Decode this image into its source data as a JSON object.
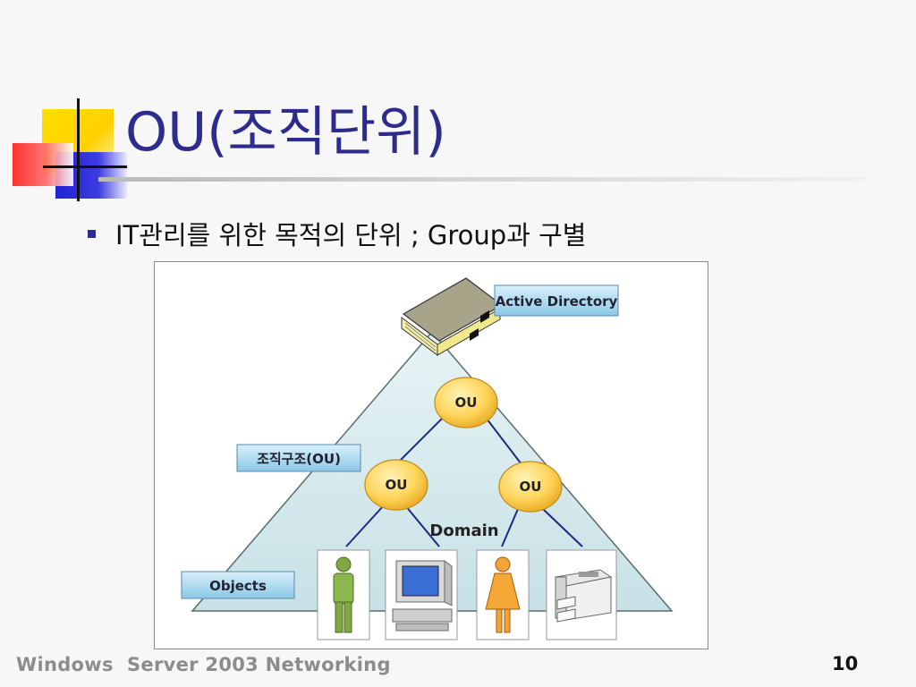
{
  "slide": {
    "title": "OU(조직단위)",
    "bullet": "IT관리를 위한 목적의 단위 ; Group과 구별",
    "footer_left": "Windows  Server 2003 Networking",
    "page_number": "10"
  },
  "diagram": {
    "active_directory_label": "Active Directory",
    "org_structure_label": "조직구조(OU)",
    "objects_label": "Objects",
    "domain_label": "Domain",
    "ou_nodes": [
      "OU",
      "OU",
      "OU"
    ]
  },
  "colors": {
    "title": "#2e2b8f",
    "deco_yellow": "#ffd700",
    "deco_blue": "#2b2bd6",
    "deco_red": "#ff2b2b",
    "triangle_fill": "#cfe6ea",
    "ou_fill": "#ffd45a",
    "label_fill": "#a9d8ef"
  }
}
